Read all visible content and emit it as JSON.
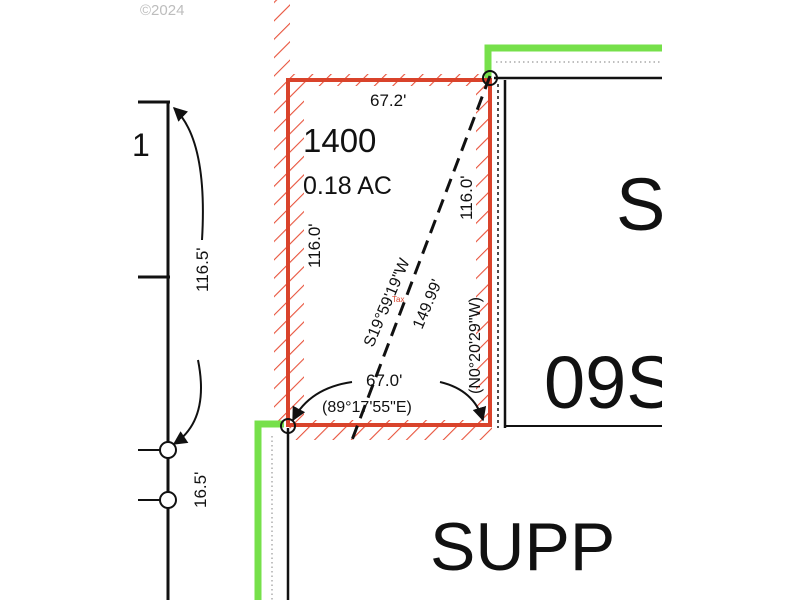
{
  "copyright": "©2024",
  "parcel": {
    "id": "1400",
    "area": "0.18 AC",
    "top_dimension": "67.2'",
    "bottom_dimension": "67.0'",
    "bottom_bearing": "(89°17'55\"E)",
    "left_dimension": "116.0'",
    "right_dimension": "116.0'",
    "right_bearing": "(N0°20'29\"W)",
    "diagonal_bearing": "S19°59'19\"W",
    "diagonal_length": "149.99'",
    "center_label": "Tax"
  },
  "left_edge": {
    "partial_number": "1",
    "dimension_upper": "116.5'",
    "dimension_lower": "16.5'"
  },
  "right_side": {
    "large_letter": "S",
    "map_number_partial": "09S",
    "label_partial": "SUPP"
  },
  "colors": {
    "subject_parcel": "#d9432b",
    "hatch": "#e8533c",
    "road_edge": "#76e04a",
    "lines": "#111111"
  }
}
